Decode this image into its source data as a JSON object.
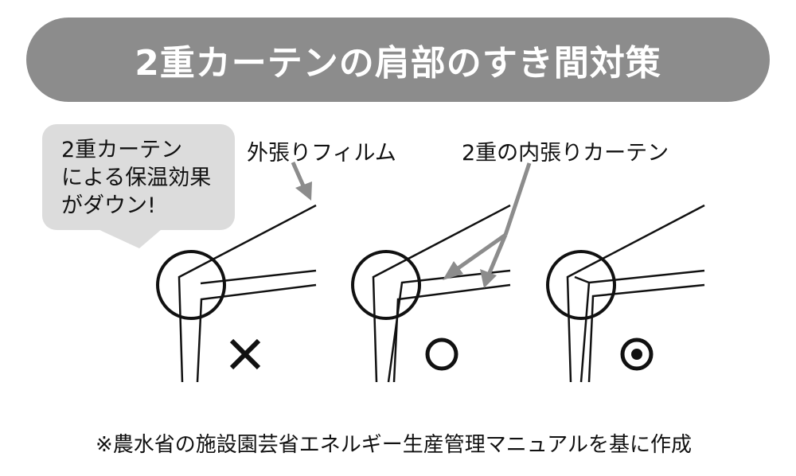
{
  "title": "2重カーテンの肩部のすき間対策",
  "bubble_lines": [
    "2重カーテン",
    "による保温効果",
    "がダウン!"
  ],
  "labels": {
    "outer_film": "外張りフィルム",
    "inner_curtain": "2重の内張りカーテン"
  },
  "panels": [
    {
      "mark": "×",
      "mark_icon": "cross-icon"
    },
    {
      "mark": "○",
      "mark_icon": "circle-icon"
    },
    {
      "mark": "◎",
      "mark_icon": "double-circle-icon"
    }
  ],
  "footnote": "※農水省の施設園芸省エネルギー生産管理マニュアルを基に作成",
  "colors": {
    "title_bg": "#8c8c8c",
    "bubble_bg": "#dcdcdc",
    "arrow": "#8c8c8c",
    "line": "#111111"
  }
}
